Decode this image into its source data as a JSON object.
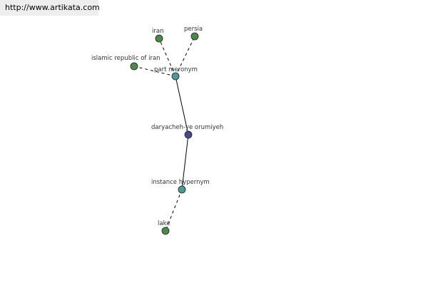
{
  "banner": {
    "url": "http://www.artikata.com"
  },
  "graph": {
    "colors": {
      "leaf_node": "#4a8a4a",
      "relation_node": "#4d9a94",
      "center_node": "#48488e",
      "node_stroke": "#1f1f1f",
      "edge": "#000000"
    },
    "nodes": {
      "iran": "iran",
      "persia": "persia",
      "islamic_republic_of_iran": "islamic republic of iran",
      "part_meronym": "part meronym",
      "center": "daryacheh-ye orumiyeh",
      "instance_hypernym": "instance hypernym",
      "lake": "lake"
    }
  }
}
